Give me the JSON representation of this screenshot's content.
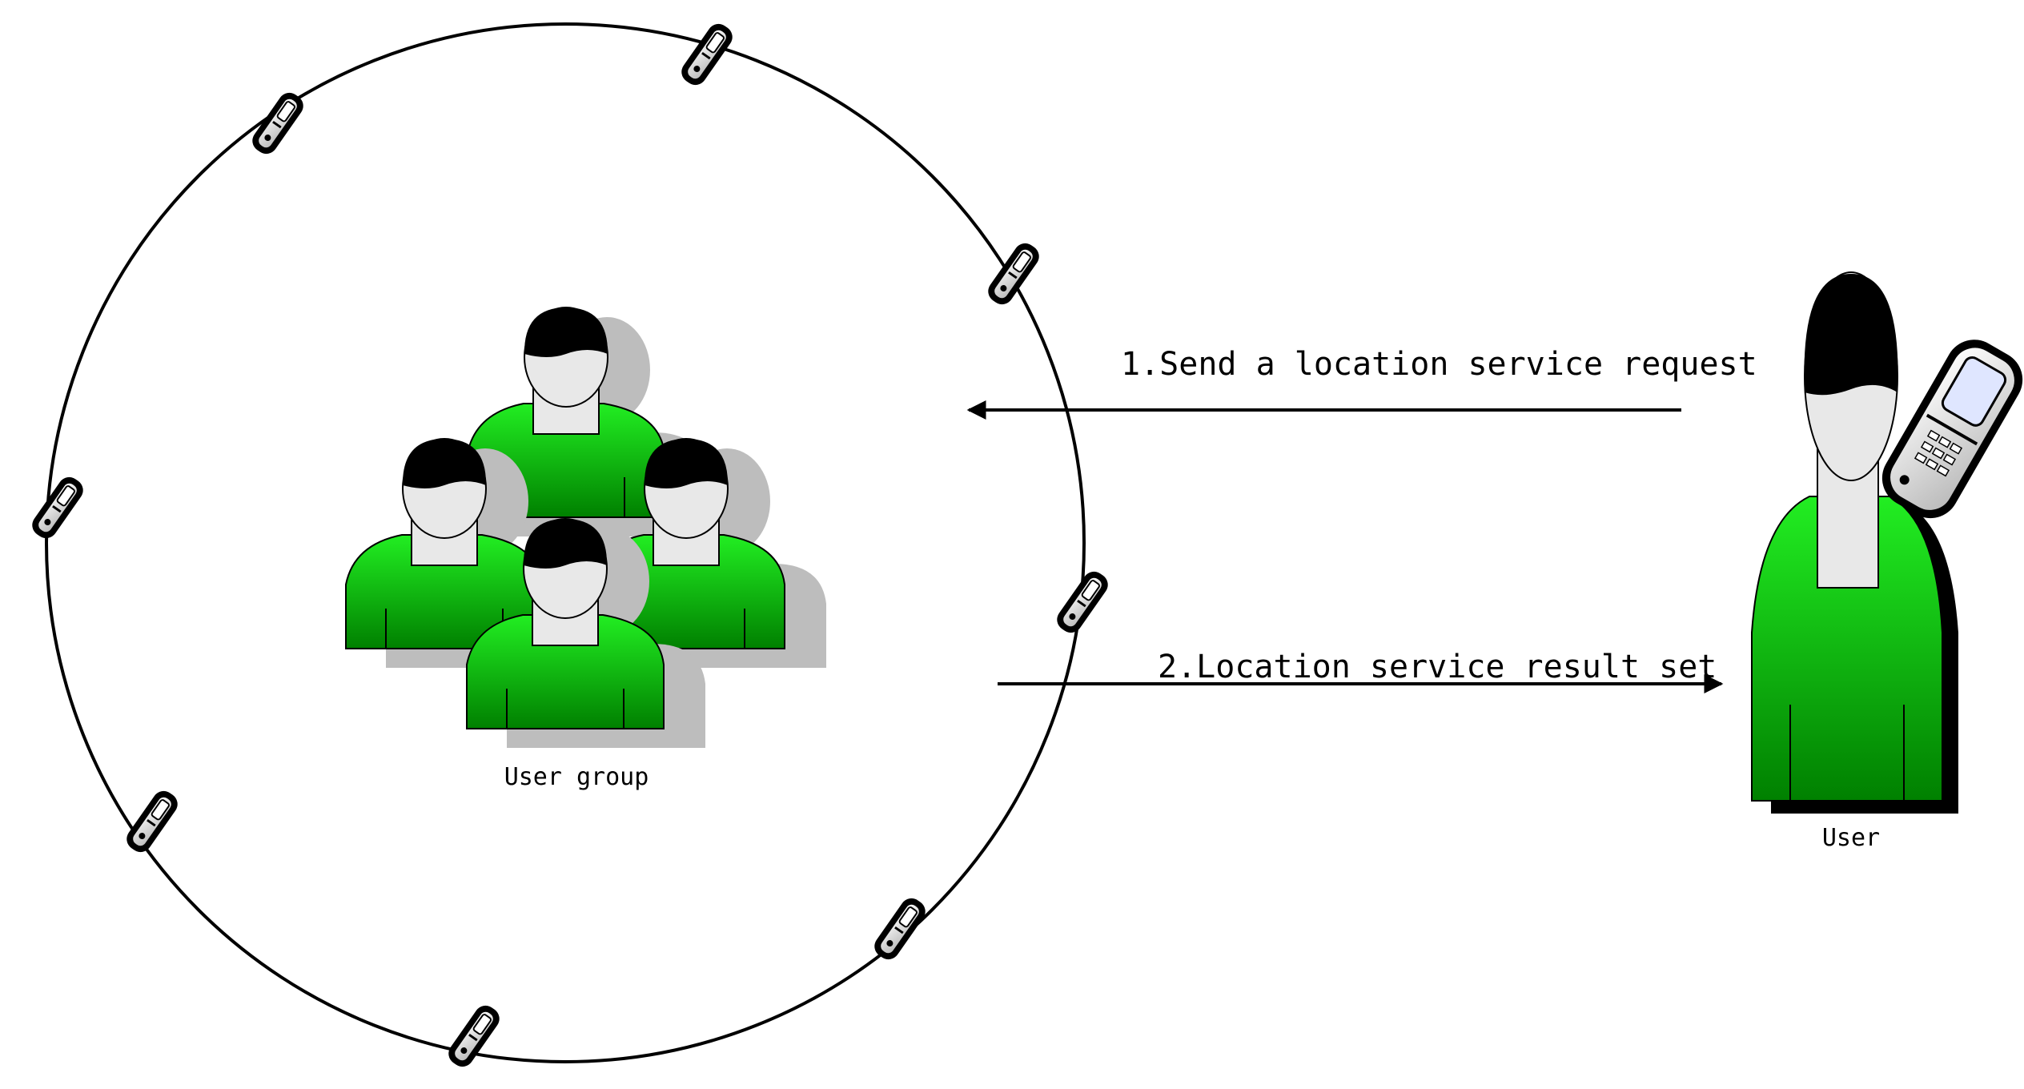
{
  "arrows": {
    "request": "1.Send a location service request",
    "result": "2.Location service result set"
  },
  "labels": {
    "user_group": "User group",
    "user": "User"
  },
  "colors": {
    "body_top": "#22ee22",
    "body_bottom": "#008000",
    "head": "#000000",
    "face": "#e8e8e8",
    "shadow": "#bdbdbd",
    "phone_body": "#e6e6e6",
    "line": "#000000"
  },
  "icons": {
    "person": "person-icon",
    "phone": "mobile-phone-icon"
  }
}
